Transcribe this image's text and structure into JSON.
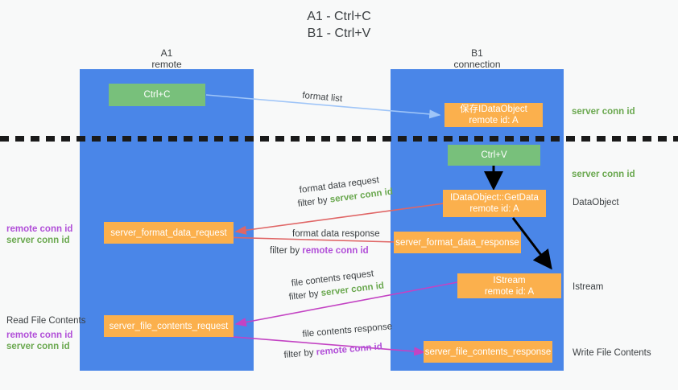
{
  "title": {
    "line1": "A1 - Ctrl+C",
    "line2": "B1 - Ctrl+V"
  },
  "columns": [
    {
      "name": "A1",
      "sub": "remote"
    },
    {
      "name": "B1",
      "sub": "connection"
    }
  ],
  "nodes": {
    "ctrl_c": {
      "label": "Ctrl+C",
      "color": "#78c07b"
    },
    "save_idataobject": {
      "line1": "保存IDataObject",
      "line2": "remote id: A",
      "color": "#fbb04d"
    },
    "ctrl_v": {
      "label": "Ctrl+V",
      "color": "#78c07b"
    },
    "getdata": {
      "line1": "IDataObject::GetData",
      "line2": "remote id: A",
      "color": "#fbb04d"
    },
    "server_format_data_request": {
      "label": "server_format_data_request",
      "color": "#fbb04d"
    },
    "server_format_data_response": {
      "label": "server_format_data_response",
      "color": "#fbb04d"
    },
    "istream": {
      "line1": "IStream",
      "line2": "remote id: A",
      "color": "#fbb04d"
    },
    "server_file_contents_request": {
      "label": "server_file_contents_request",
      "color": "#fbb04d"
    },
    "server_file_contents_response": {
      "label": "server_file_contents_response",
      "color": "#fbb04d"
    }
  },
  "edge_labels": {
    "format_list": "format list",
    "format_data_request": "format data request",
    "format_data_request_filter_pre": "filter by ",
    "format_data_request_filter_key": "server conn id",
    "format_data_response": "format data response",
    "format_data_response_filter_pre": "filter by ",
    "format_data_response_filter_key": "remote conn id",
    "file_contents_request": "file contents request",
    "file_contents_request_filter_pre": "filter by ",
    "file_contents_request_filter_key": "server conn id",
    "file_contents_response": "file contents response",
    "file_contents_response_filter_pre": "filter by ",
    "file_contents_response_filter_key": "remote conn id"
  },
  "right_labels": {
    "server_conn_id_top": "server conn id",
    "server_conn_id_mid": "server conn id",
    "dataobject": "DataObject",
    "istream": "Istream",
    "write_file_contents": "Write File Contents"
  },
  "left_labels": {
    "remote_conn_id_1": "remote conn id",
    "server_conn_id_1": "server conn id",
    "read_file_contents": "Read File Contents",
    "remote_conn_id_2": "remote conn id",
    "server_conn_id_2": "server conn id"
  },
  "colors": {
    "lane": "#4a86e8",
    "green_node": "#78c07b",
    "orange_node": "#fbb04d",
    "green_text": "#6aa84f",
    "purple_text": "#b14fd8",
    "light_blue_arrow": "#9fc5f8",
    "red_arrow": "#e06666",
    "magenta_arrow": "#c343c3",
    "black_arrow": "#000000",
    "background": "#f8f9f9"
  }
}
